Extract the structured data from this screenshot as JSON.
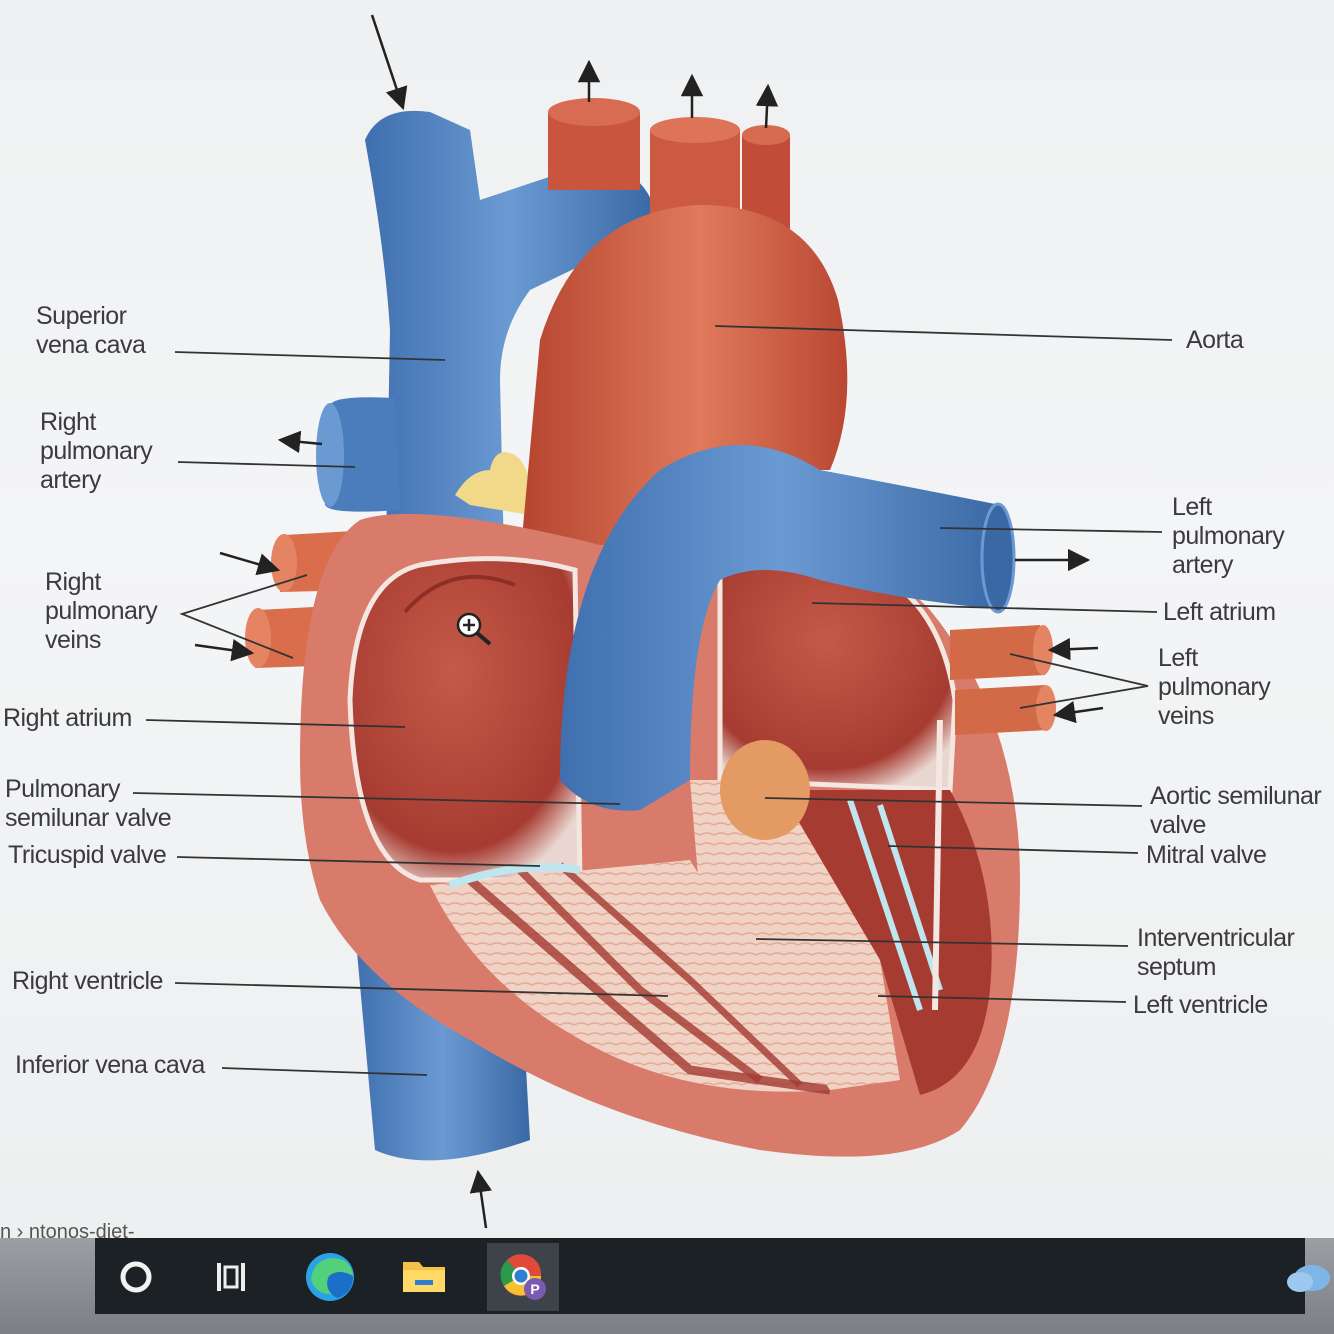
{
  "labels": {
    "superior_vena_cava": "Superior\nvena cava",
    "right_pulmonary_artery": "Right\npulmonary\nartery",
    "right_pulmonary_veins": "Right\npulmonary\nveins",
    "right_atrium": "Right atrium",
    "pulmonary_semilunar_valve": "Pulmonary\nsemilunar valve",
    "tricuspid_valve": "Tricuspid valve",
    "right_ventricle": "Right ventricle",
    "inferior_vena_cava": "Inferior vena cava",
    "aorta": "Aorta",
    "left_pulmonary_artery": "Left\npulmonary\nartery",
    "left_atrium": "Left atrium",
    "left_pulmonary_veins": "Left\npulmonary\nveins",
    "aortic_semilunar_valve": "Aortic semilunar\nvalve",
    "mitral_valve": "Mitral valve",
    "interventricular_septum": "Interventricular\nseptum",
    "left_ventricle": "Left ventricle"
  },
  "colors": {
    "vein_blue": "#4f84c4",
    "artery_red": "#c9553e",
    "heart_wall": "#d97b6a",
    "chamber": "#b8473a",
    "fat": "#f2d98a"
  },
  "taskbar": {
    "icons": [
      "search-circle-icon",
      "task-view-icon",
      "edge-browser-icon",
      "file-explorer-icon",
      "chrome-profile-icon",
      "weather-cloud-icon"
    ],
    "chrome_profile_letter": "P"
  },
  "url_fragment": "n › ntonos-diet-"
}
